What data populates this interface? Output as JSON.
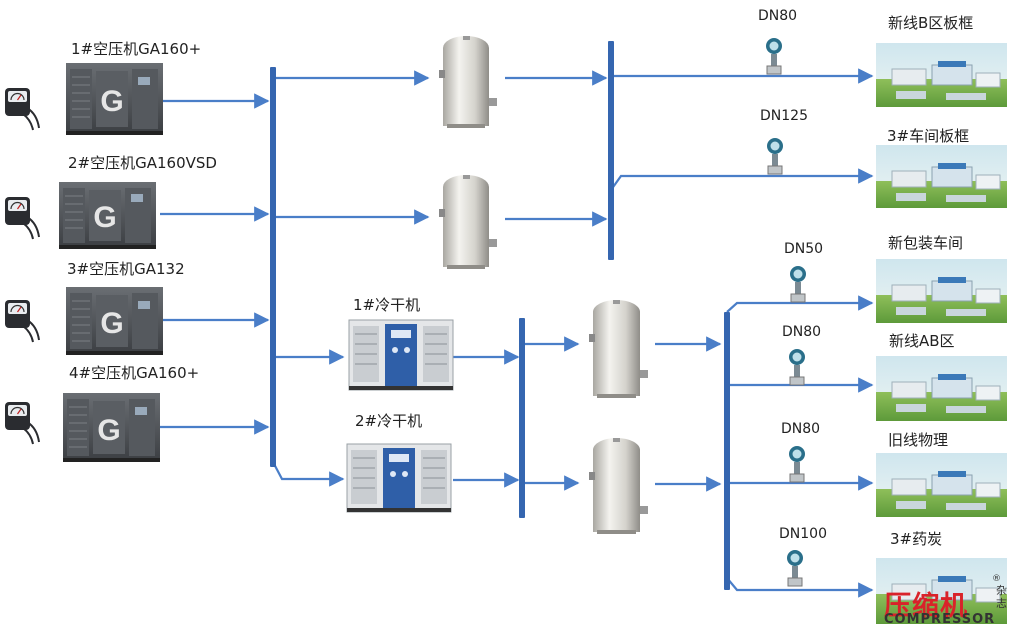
{
  "compressors": [
    {
      "label": "1#空压机GA160+"
    },
    {
      "label": "2#空压机GA160VSD"
    },
    {
      "label": "3#空压机GA132"
    },
    {
      "label": "4#空压机GA160+"
    }
  ],
  "compressor_logo": "G",
  "dryers": [
    {
      "label": "1#冷干机"
    },
    {
      "label": "2#冷干机"
    }
  ],
  "flowmeters": [
    {
      "size": "DN80"
    },
    {
      "size": "DN125"
    },
    {
      "size": "DN50"
    },
    {
      "size": "DN80"
    },
    {
      "size": "DN80"
    },
    {
      "size": "DN100"
    }
  ],
  "destinations": [
    {
      "label": "新线B区板框"
    },
    {
      "label": "3#车间板框"
    },
    {
      "label": "新包装车间"
    },
    {
      "label": "新线AB区"
    },
    {
      "label": "旧线物理"
    },
    {
      "label": "3#药炭"
    }
  ],
  "watermark": {
    "cn": "压缩机",
    "en": "COMPRESSOR",
    "side": "杂志",
    "reg": "®"
  },
  "colors": {
    "pipe": "#4a7ec8",
    "header": "#3566b0",
    "tank": "#d8d6d0",
    "cabinet": "#4d5156",
    "dryer_panel": "#2f5fa8"
  }
}
